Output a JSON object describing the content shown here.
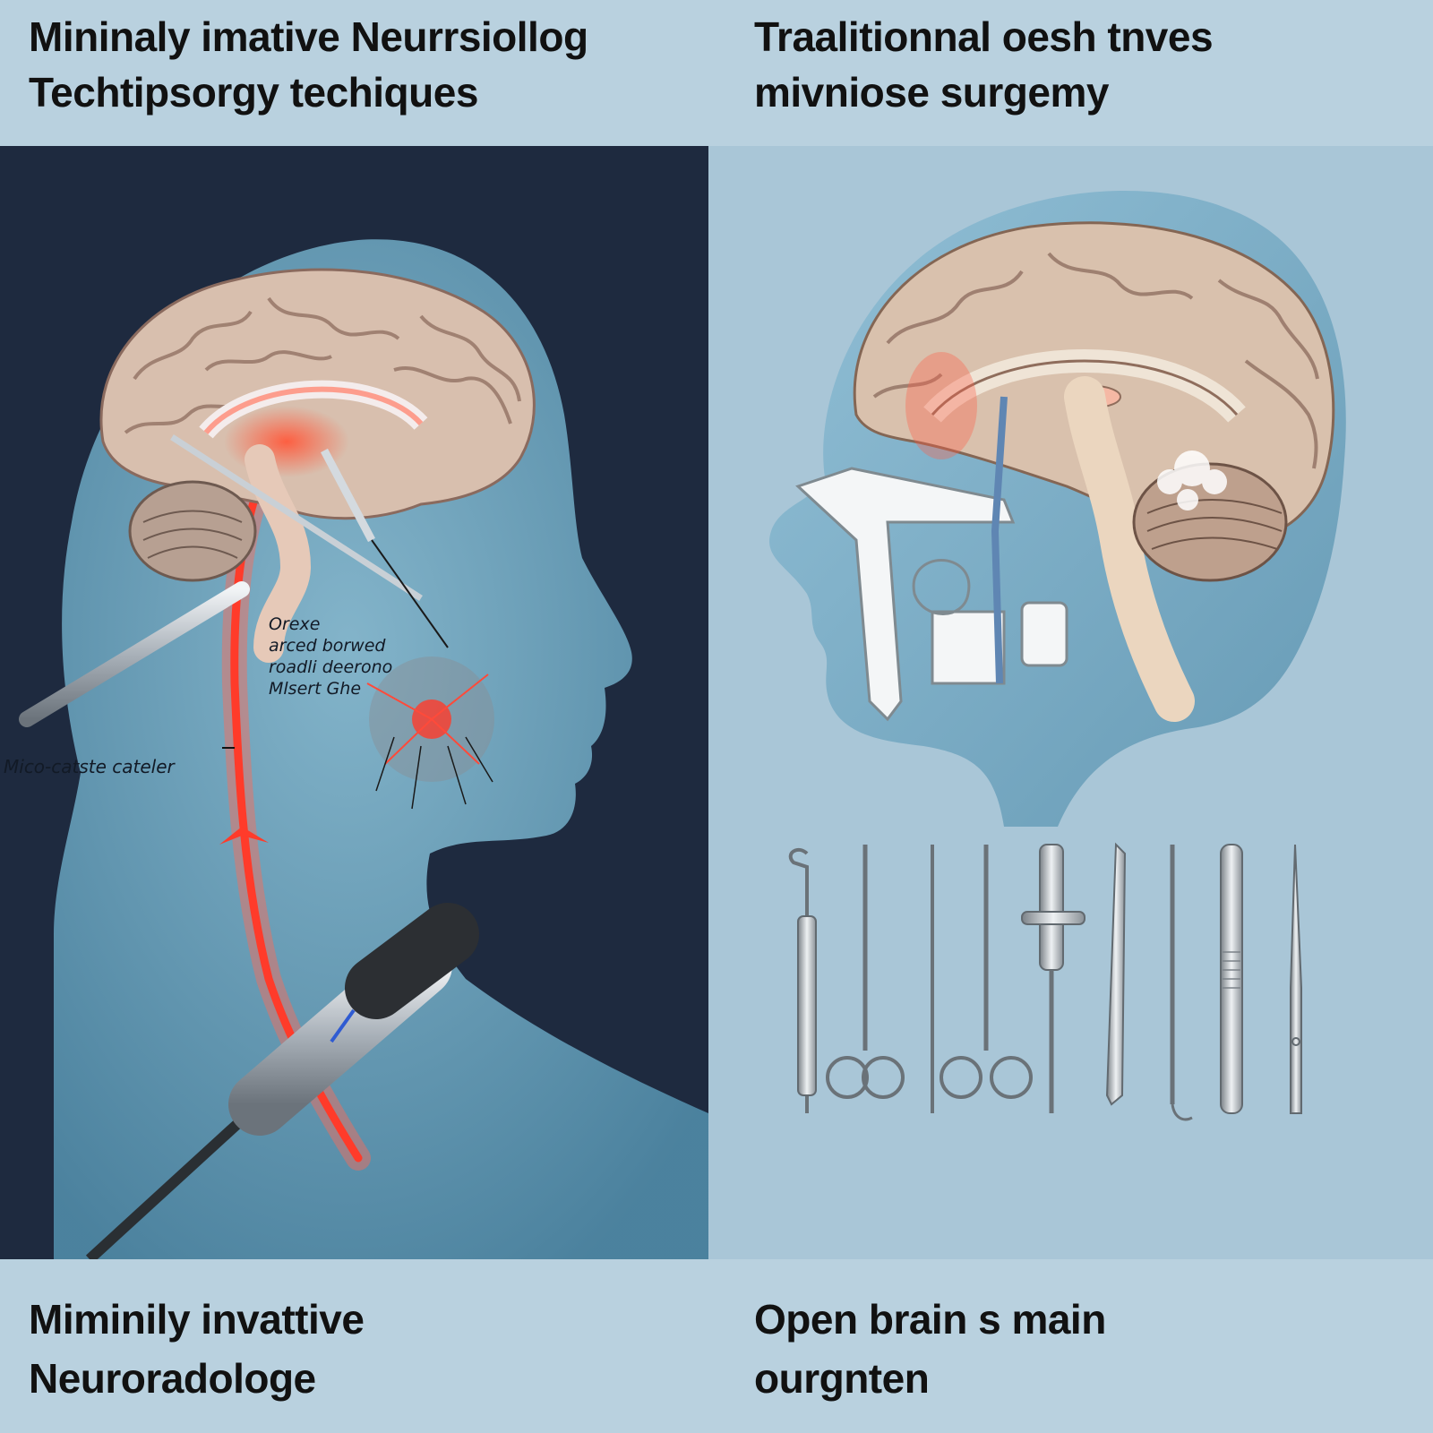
{
  "headers": {
    "left_title": "Mininaly imative Neurrsiollog\nTechtipsorgy techiques",
    "right_title": "Traalitionnal oesh tnves\nmivniose surgemy"
  },
  "captions": {
    "left_caption": "Miminily invattive\nNeuroradologe",
    "right_caption": "Open brain s main\nourgnten"
  },
  "left_panel": {
    "annotation": "Orexe\narced borwed\nroadli deerono\nMlsert Ghe",
    "catheter_label": "Mico-catste cateler"
  },
  "colors": {
    "page_background": "#b9d1df",
    "left_panel_background": "#1e2a3f",
    "right_panel_background": "#a9c6d7",
    "head_silhouette": "#6aa3bd",
    "brain_tissue": "#d8bfae",
    "highlight_red": "#ee4433"
  },
  "icons": {
    "surgical_instruments": [
      "hook-probe-icon",
      "needle-holder-scissors-icon",
      "probe-needle-icon",
      "forceps-scissors-icon",
      "syringe-retractor-icon",
      "scalpel-icon",
      "dental-pick-icon",
      "bone-curette-icon",
      "fine-probe-icon"
    ]
  }
}
